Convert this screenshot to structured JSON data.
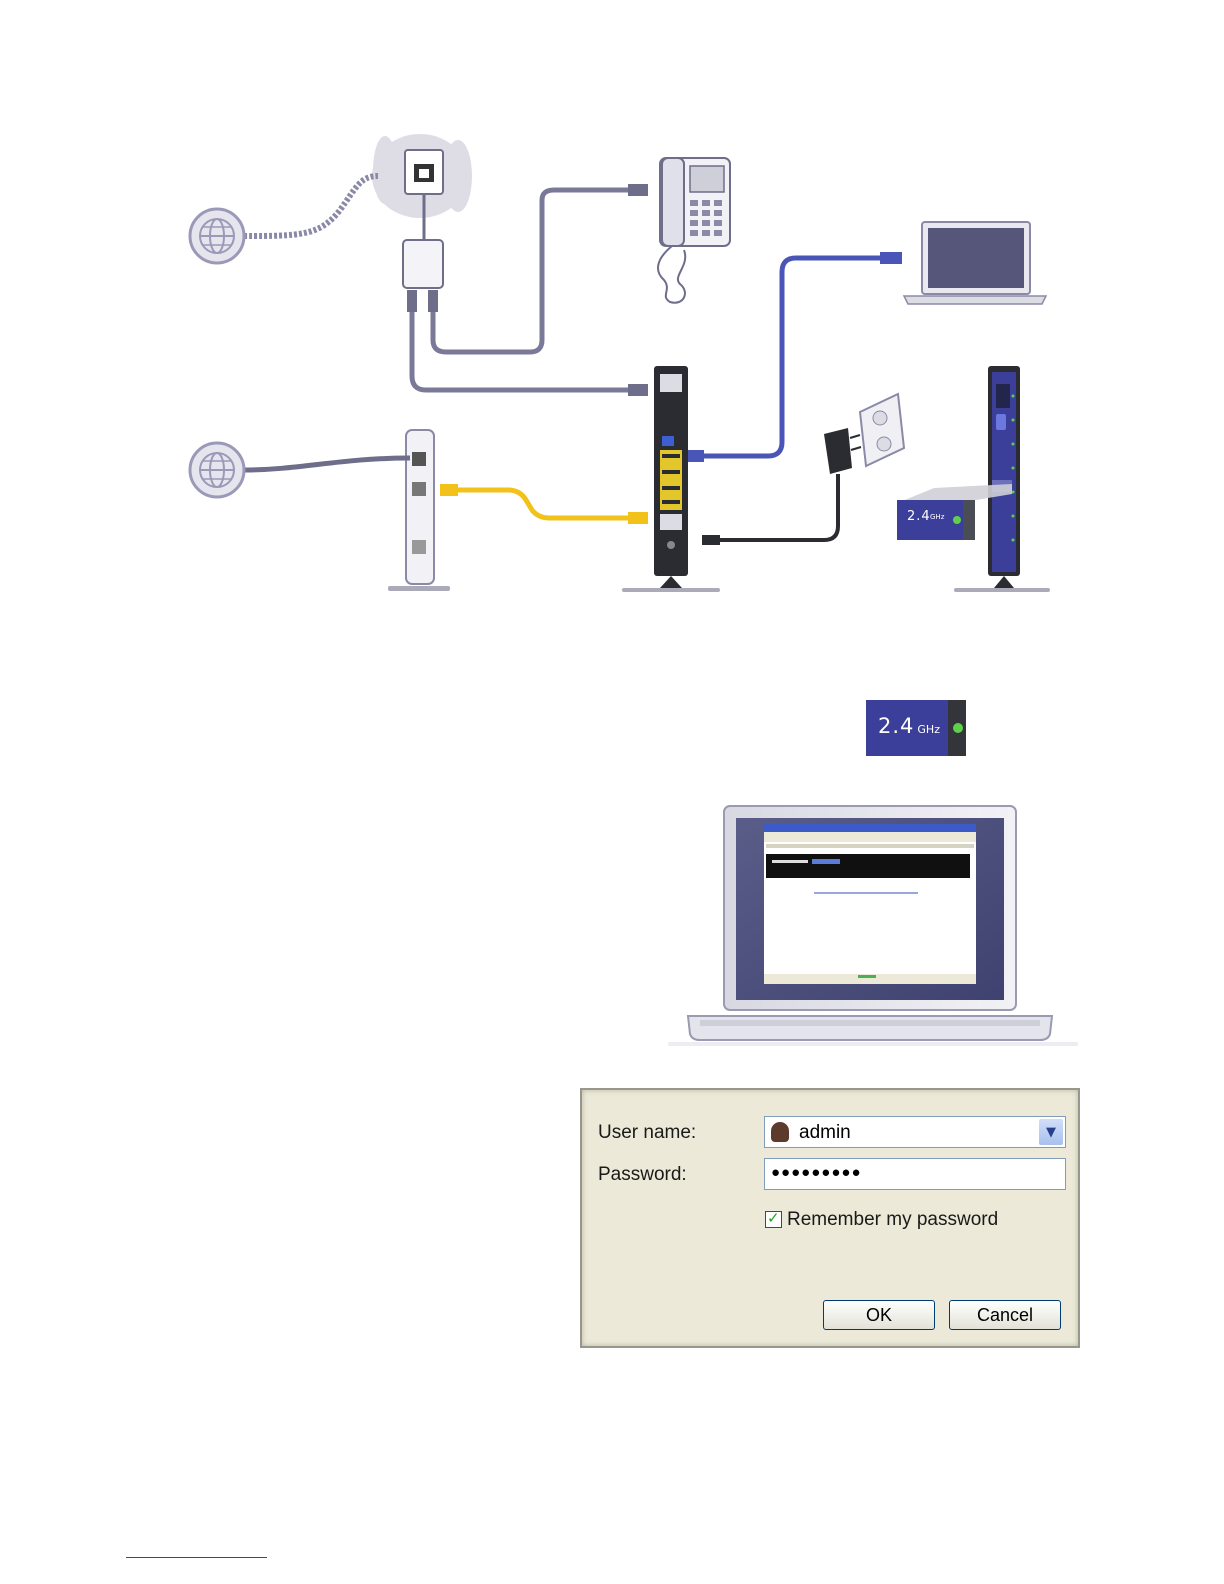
{
  "badge_small": {
    "value": "2.4",
    "unit": "GHz"
  },
  "badge_large": {
    "value": "2.4",
    "unit": "GHz"
  },
  "login": {
    "user_label": "User name:",
    "user_value": "admin",
    "password_label": "Password:",
    "password_value": "●●●●●●●●●",
    "remember_label": "Remember my password",
    "ok_label": "OK",
    "cancel_label": "Cancel"
  },
  "colors": {
    "router_blue": "#3b3f9a",
    "led_green": "#5fd04a",
    "cable_yellow": "#f2c21a",
    "cable_blue": "#4a55b8",
    "cable_gray": "#7a7a98",
    "dialog_bg": "#ece9d8"
  }
}
